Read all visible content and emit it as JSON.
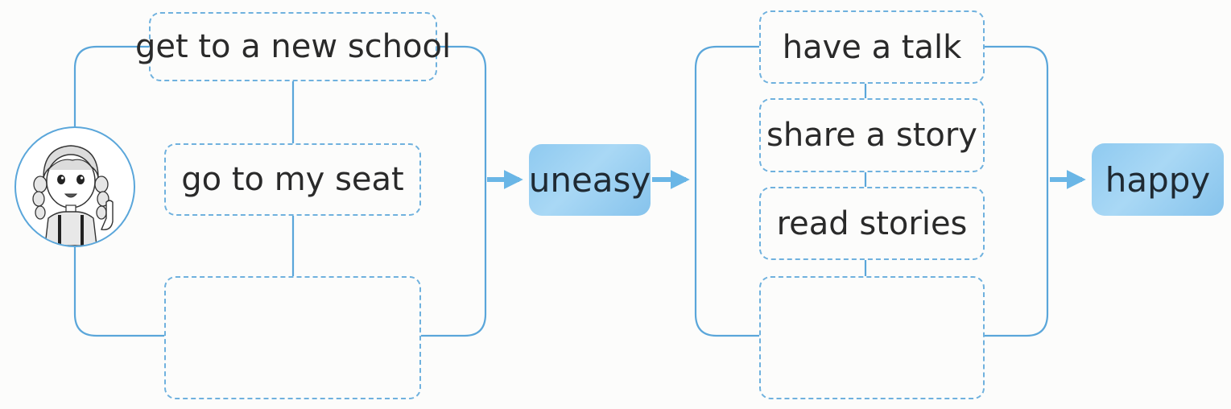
{
  "colors": {
    "line": "#5aa6da",
    "dash": "#6fb1de",
    "fill": "#9fd2f2",
    "text": "#2a2a2a"
  },
  "left_group": {
    "steps": [
      {
        "label": "get to a new school"
      },
      {
        "label": "go to my seat"
      },
      {
        "label": ""
      }
    ]
  },
  "middle": {
    "feeling": "uneasy"
  },
  "right_group": {
    "steps": [
      {
        "label": "have a talk"
      },
      {
        "label": "share a story"
      },
      {
        "label": "read stories"
      },
      {
        "label": ""
      }
    ]
  },
  "result": {
    "feeling": "happy"
  },
  "avatar": {
    "icon": "girl-with-braids-icon"
  }
}
